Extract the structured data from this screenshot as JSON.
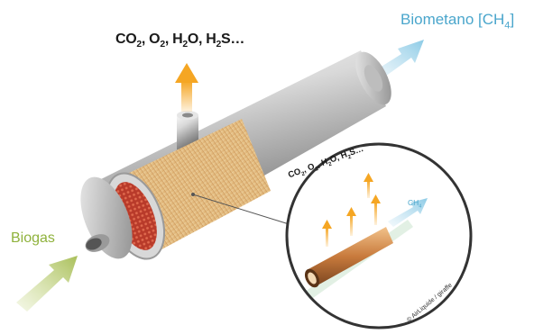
{
  "labels": {
    "biomethane": "Biometano [CH",
    "biomethane_sub": "4",
    "biomethane_end": "]",
    "biogas": "Biogas",
    "outflow": {
      "co": "CO",
      "co_sub": "2",
      "o": ", O",
      "o_sub": "2",
      "h": ", H",
      "h_sub": "2",
      "s": "O, H",
      "s_sub": "2",
      "end": "S…"
    },
    "small_outflow": {
      "co": "CO",
      "co_sub": "2",
      "o": ", O",
      "o_sub": "2",
      "h": ", H",
      "h_sub": "2",
      "s": "O, H",
      "s_sub": "2",
      "end": "S…"
    },
    "small_ch4": "CH",
    "small_ch4_sub": "4",
    "credit": "© AirLiquide / giraffe"
  },
  "colors": {
    "biomethane_text": "#4aa6cc",
    "biogas_text": "#8fb23c",
    "permeate_arrow": "#f5a623",
    "membrane_fill": "#e8c48a",
    "core_fill": "#c0392b"
  },
  "icons": {
    "inlet_arrow": "green-arrow-icon",
    "outlet_arrow": "blue-arrow-icon",
    "permeate_arrow": "orange-arrow-icon"
  }
}
